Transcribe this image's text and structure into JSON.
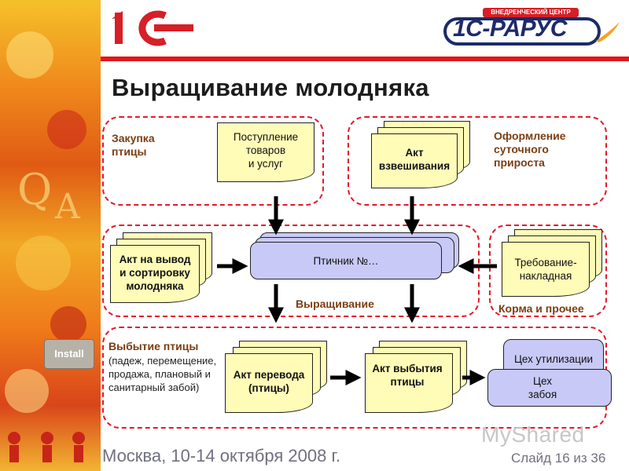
{
  "header": {
    "logo_left_text": "1С",
    "logo_right_badge": "ВНЕДРЕНЧЕСКИЙ ЦЕНТР",
    "logo_right_text": "1С-РАРУС",
    "title": "Выращивание молодняка"
  },
  "left_strip": {
    "texts": [
      "Q",
      "A",
      "Install"
    ]
  },
  "groups": {
    "purchase_label": "Закупка птицы",
    "daily_gain_label": "Оформление суточного прироста",
    "growing_label": "Выращивание",
    "feed_label": "Корма и прочее",
    "disposal_label_title": "Выбытие птицы",
    "disposal_label_detail": "(падеж, перемещение, продажа, плановый и санитарный забой)"
  },
  "documents": {
    "receipt": [
      "Поступление",
      "товаров",
      "и услуг"
    ],
    "weighing": [
      "Акт",
      "взвешивания"
    ],
    "withdrawal": [
      "Акт на вывод",
      "и сортировку",
      "молодняка"
    ],
    "requisition": [
      "Требование-",
      "накладная"
    ],
    "transfer": [
      "Акт перевода",
      "(птицы)"
    ],
    "disposal": [
      "Акт выбытия",
      "птицы"
    ]
  },
  "processes": {
    "poultry_house": "Птичник №…",
    "recycling_shop": "Цех утилизации",
    "slaughter_shop": [
      "Цех",
      "забоя"
    ]
  },
  "footer": {
    "location_date": "Москва, 10-14 октября 2008 г.",
    "slide_counter": "Слайд 16 из 36",
    "watermark": "MyShared"
  },
  "colors": {
    "accent_red": "#e3171b",
    "document_fill": "#fffcb8",
    "process_fill": "#c9c9f7",
    "label_brown": "#7a3e12"
  }
}
